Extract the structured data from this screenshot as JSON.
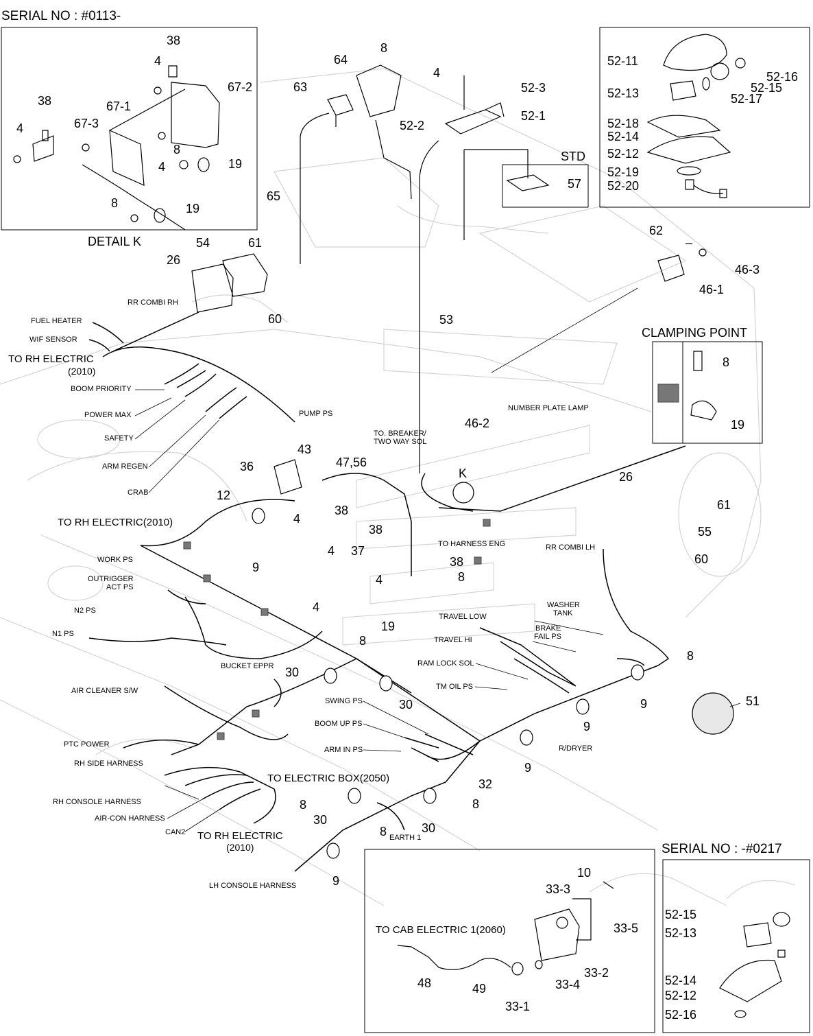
{
  "header": {
    "serial_top": "SERIAL NO : #0113-",
    "serial_bottom": "SERIAL NO : -#0217",
    "detail_k": "DETAIL K",
    "std": "STD",
    "clamping_point": "CLAMPING POINT"
  },
  "detail_k_parts": [
    "38",
    "4",
    "38",
    "4",
    "67-1",
    "67-2",
    "67-3",
    "8",
    "4",
    "19",
    "8",
    "19"
  ],
  "top_parts": [
    "8",
    "64",
    "63",
    "65",
    "4",
    "52-3",
    "52-2",
    "52-1",
    "57",
    "53",
    "54",
    "61",
    "26",
    "60",
    "62",
    "46-3",
    "46-1"
  ],
  "lamp_parts": [
    "52-11",
    "52-16",
    "52-15",
    "52-13",
    "52-17",
    "52-18",
    "52-14",
    "52-12",
    "52-19",
    "52-20"
  ],
  "clamp_parts": [
    "8",
    "19"
  ],
  "main_parts": [
    "43",
    "36",
    "47,56",
    "12",
    "38",
    "4",
    "38",
    "4",
    "9",
    "37",
    "4",
    "38",
    "8",
    "4",
    "19",
    "8",
    "46-2",
    "K",
    "26",
    "61",
    "55",
    "60",
    "30",
    "30",
    "9",
    "8",
    "51",
    "9",
    "9",
    "32",
    "8",
    "30",
    "30",
    "8",
    "8",
    "9"
  ],
  "main_labels": {
    "rr_combi_rh": "RR COMBI RH",
    "fuel_heater": "FUEL HEATER",
    "wif_sensor": "WIF SENSOR",
    "to_rh_electric": "TO RH ELECTRIC",
    "code_2010": "(2010)",
    "boom_priority": "BOOM PRIORITY",
    "power_max": "POWER MAX",
    "safety": "SAFETY",
    "arm_regen": "ARM REGEN",
    "crab": "CRAB",
    "pump_ps": "PUMP PS",
    "to_breaker": "TO. BREAKER/",
    "two_way_sol": "TWO WAY SOL",
    "number_plate_lamp": "NUMBER PLATE LAMP",
    "to_rh_electric_2010": "TO RH ELECTRIC(2010)",
    "to_harness_eng": "TO HARNESS ENG",
    "rr_combi_lh": "RR COMBI LH",
    "work_ps": "WORK PS",
    "outrigger": "OUTRIGGER",
    "act_ps": "ACT PS",
    "n2_ps": "N2 PS",
    "n1_ps": "N1 PS",
    "travel_low": "TRAVEL LOW",
    "travel_hi": "TRAVEL HI",
    "washer_tank_1": "WASHER",
    "washer_tank_2": "TANK",
    "brake_fail_1": "BRAKE",
    "brake_fail_2": "FAIL PS",
    "bucket_eppr": "BUCKET EPPR",
    "air_cleaner": "AIR CLEANER S/W",
    "ram_lock_sol": "RAM LOCK SOL",
    "tm_oil_ps": "TM OIL PS",
    "swing_ps": "SWING PS",
    "boom_up_ps": "BOOM UP PS",
    "arm_in_ps": "ARM IN PS",
    "r_dryer": "R/DRYER",
    "ptc_power": "PTC POWER",
    "rh_side_harness": "RH SIDE HARNESS",
    "to_electric_box": "TO ELECTRIC BOX(2050)",
    "rh_console_harness": "RH CONSOLE HARNESS",
    "air_con_harness": "AIR-CON HARNESS",
    "can2": "CAN2",
    "earth_1": "EARTH 1",
    "to_rh_electric_b": "TO RH ELECTRIC",
    "lh_console_harness": "LH CONSOLE HARNESS"
  },
  "cab_parts": [
    "10",
    "33-3",
    "33-5",
    "48",
    "49",
    "33-1",
    "33-4",
    "33-2"
  ],
  "cab_label": "TO CAB ELECTRIC 1(2060)",
  "serial_box_parts": [
    "52-15",
    "52-13",
    "52-14",
    "52-12",
    "52-16"
  ]
}
